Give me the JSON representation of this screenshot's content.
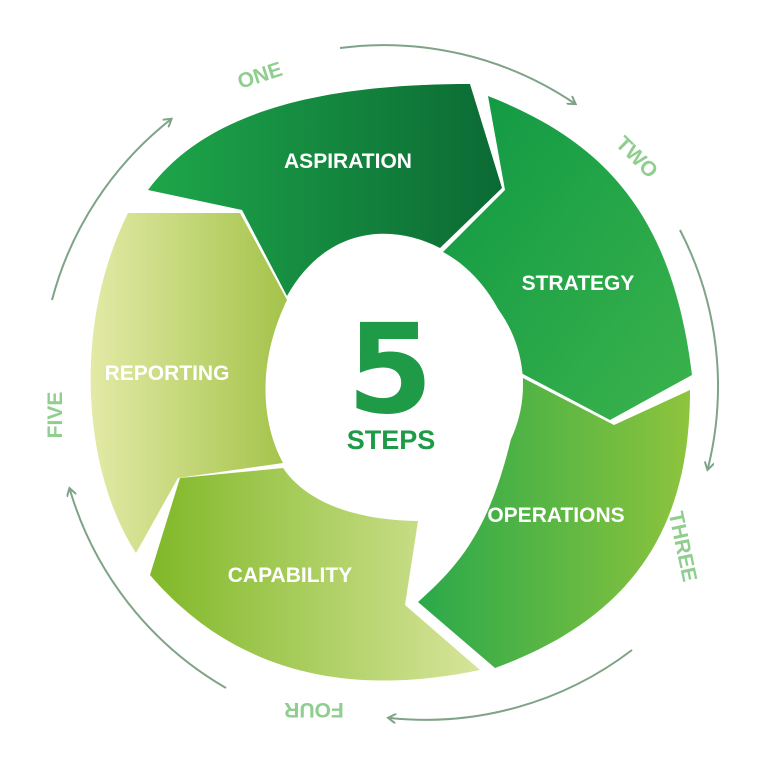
{
  "center": {
    "number": "5",
    "word": "STEPS"
  },
  "segments": [
    {
      "label": "ASPIRATION",
      "step": "ONE"
    },
    {
      "label": "STRATEGY",
      "step": "TWO"
    },
    {
      "label": "OPERATIONS",
      "step": "THREE"
    },
    {
      "label": "CAPABILITY",
      "step": "FOUR"
    },
    {
      "label": "REPORTING",
      "step": "FIVE"
    }
  ],
  "colors": {
    "dark_green": "#0b6a34",
    "mid_green": "#19a34a",
    "bright_green": "#4bb848",
    "lime_green": "#8bbd34",
    "pale_green": "#d8e59a",
    "arrow": "#7fa387",
    "step_text": "#8fce8f",
    "center_text": "#1f9b48"
  }
}
